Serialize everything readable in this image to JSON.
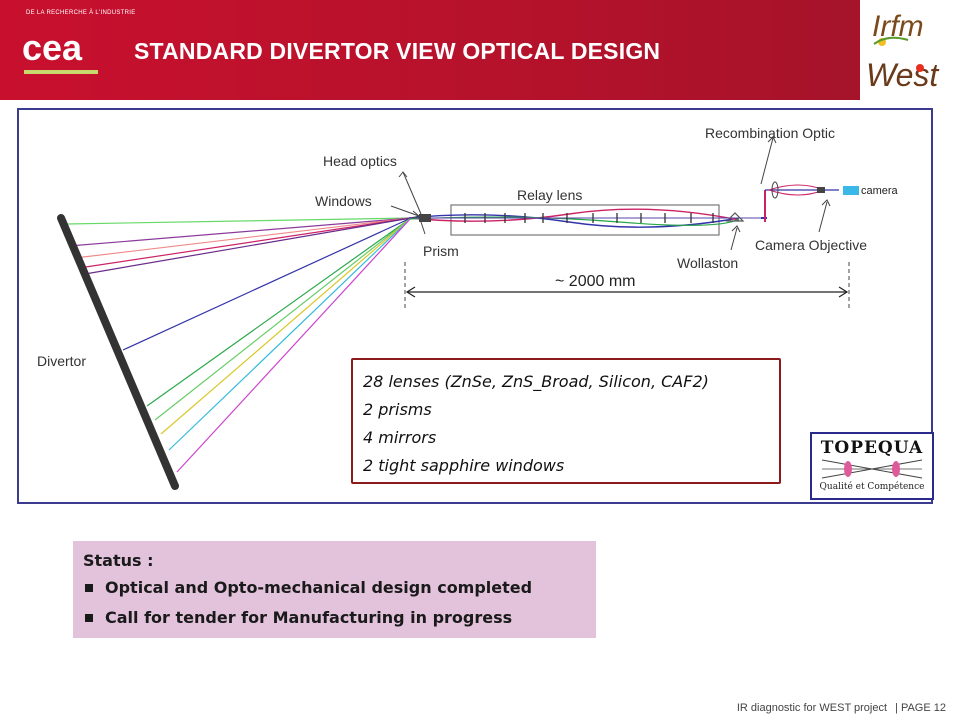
{
  "header": {
    "org_line": "DE LA RECHERCHE À L'INDUSTRIE",
    "title": "STANDARD DIVERTOR VIEW OPTICAL DESIGN",
    "colors": {
      "background": "#c8102e",
      "text": "#ffffff"
    }
  },
  "diagram": {
    "labels": {
      "head_optics": "Head optics",
      "windows": "Windows",
      "prism": "Prism",
      "relay_lens": "Relay lens",
      "wollaston": "Wollaston",
      "recombination_optic": "Recombination Optic",
      "camera_objective": "Camera Objective",
      "camera": "camera",
      "divertor": "Divertor",
      "distance": "~ 2000 mm"
    },
    "ray_colors": [
      "#66d966",
      "#8b3a9b",
      "#f08a8a",
      "#cc2266",
      "#6a2a8a",
      "#3333aa",
      "#2aa84a",
      "#66cc66",
      "#d8c828",
      "#33bbdd",
      "#cc44cc"
    ],
    "camera_color": "#3ab8e8"
  },
  "info_box": {
    "lines": [
      "28 lenses (ZnSe, ZnS_Broad, Silicon, CAF2)",
      "2 prisms",
      "4 mirrors",
      "2 tight sapphire windows"
    ]
  },
  "topequa": {
    "title": "TOPEQUA",
    "subtitle": "Qualité et Compétence"
  },
  "status": {
    "title": "Status :",
    "items": [
      "Optical and Opto-mechanical design completed",
      "Call for tender for Manufacturing in progress"
    ]
  },
  "footer": {
    "project": "IR diagnostic for WEST project",
    "page": "| PAGE 12"
  }
}
